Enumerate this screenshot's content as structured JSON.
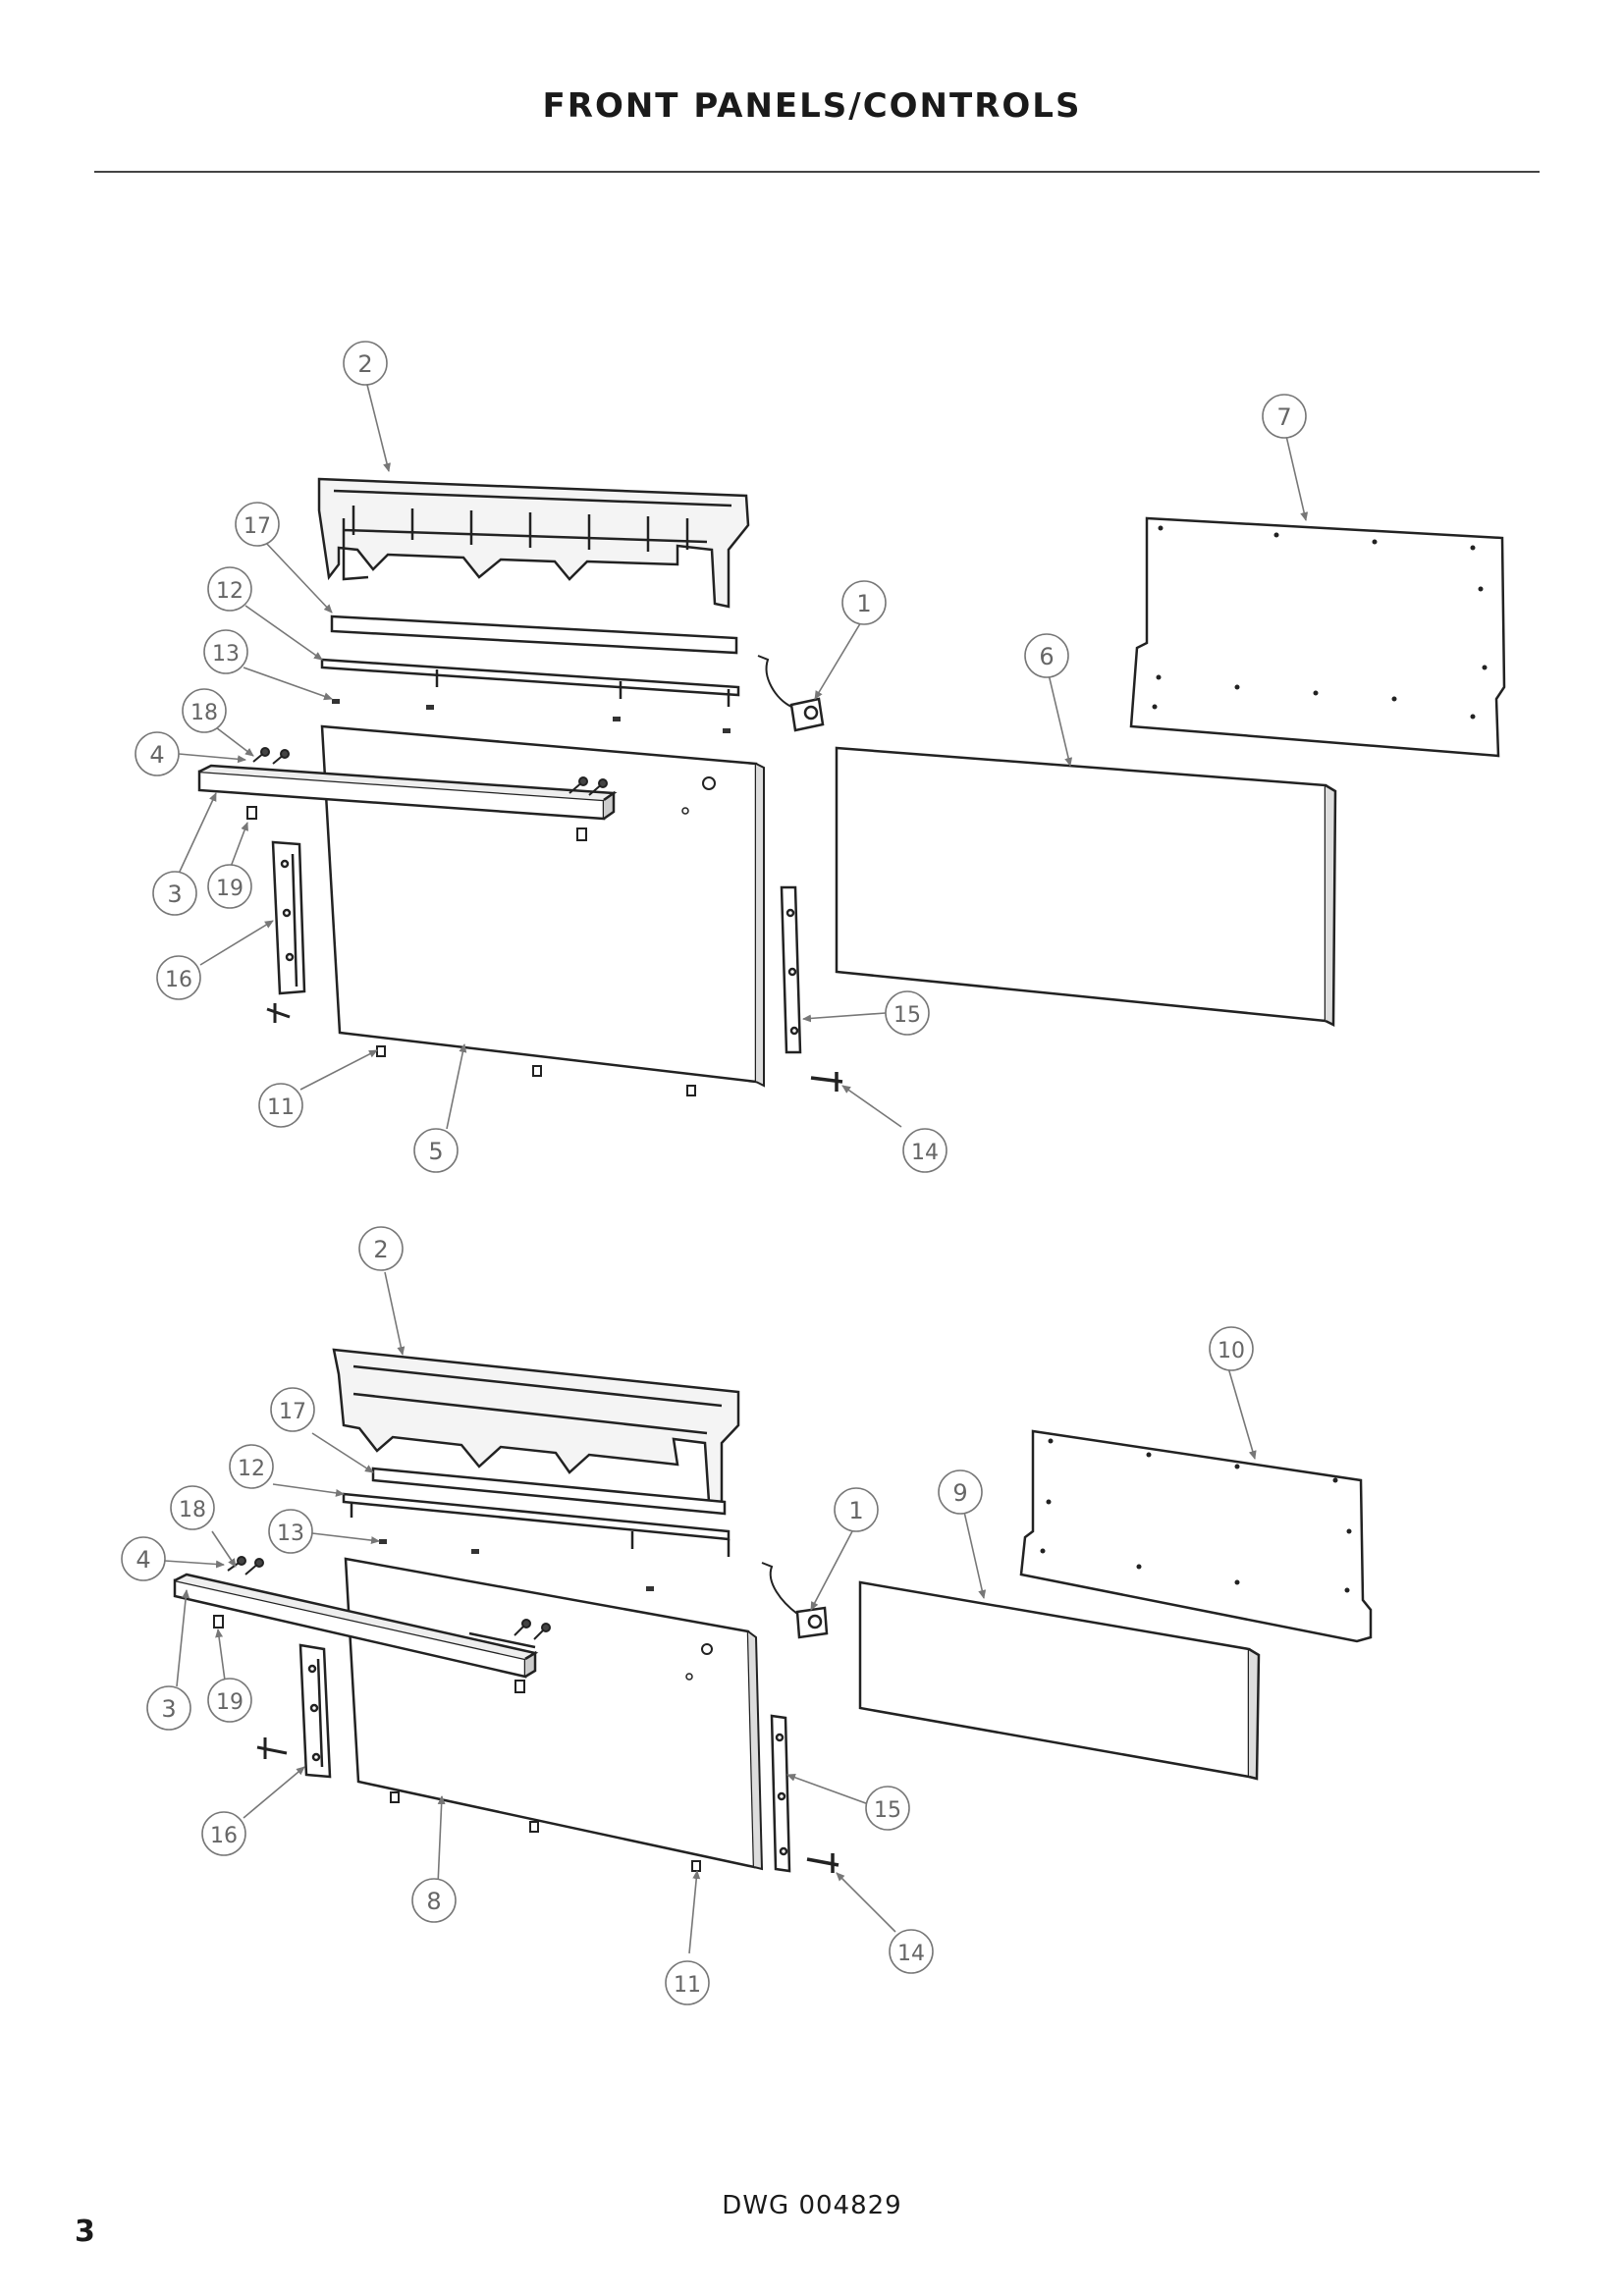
{
  "page": {
    "title": "FRONT PANELS/CONTROLS",
    "drawing_number": "DWG 004829",
    "page_number": "3"
  },
  "diagram_top": {
    "callouts": [
      "2",
      "7",
      "17",
      "12",
      "1",
      "13",
      "6",
      "18",
      "4",
      "3",
      "19",
      "16",
      "15",
      "11",
      "5",
      "14"
    ]
  },
  "diagram_bottom": {
    "callouts": [
      "2",
      "10",
      "17",
      "12",
      "18",
      "1",
      "9",
      "13",
      "4",
      "3",
      "19",
      "16",
      "15",
      "8",
      "14",
      "11"
    ]
  }
}
